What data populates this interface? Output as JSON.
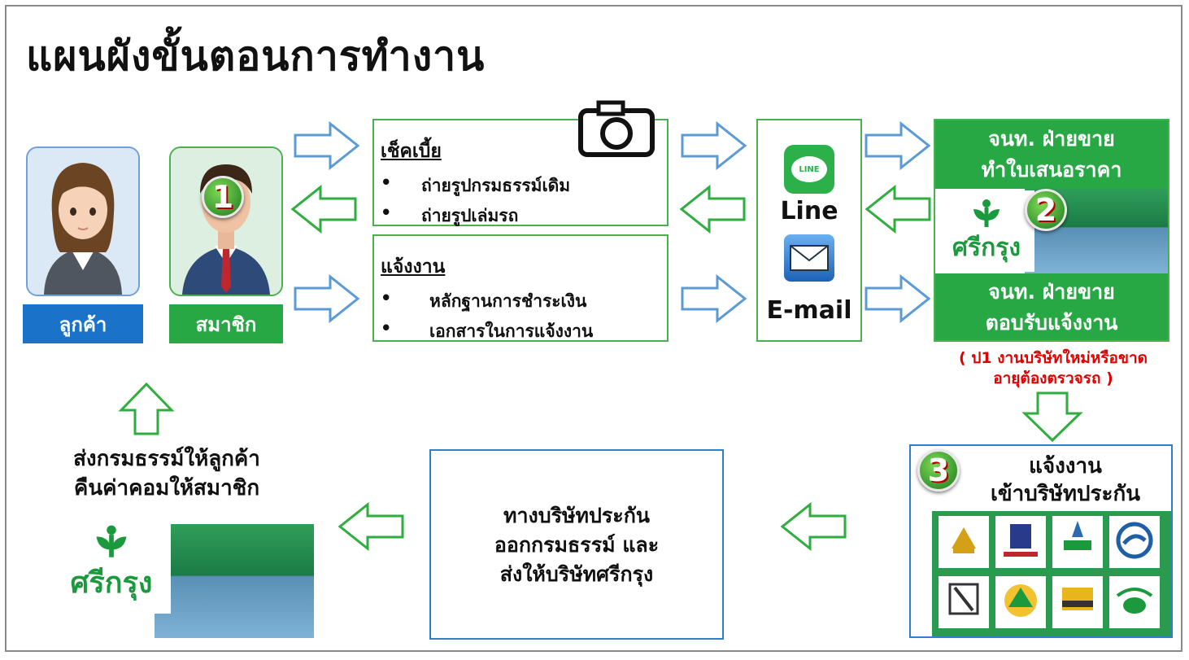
{
  "title": "แผนผังขั้นตอนการทำงาน",
  "customer": {
    "label": "ลูกค้า"
  },
  "member": {
    "label": "สมาชิก",
    "step": "1"
  },
  "check_box": {
    "heading": "เช็คเบี้ย",
    "items": [
      "ถ่ายรูปกรมธรรม์เดิม",
      "ถ่ายรูปเล่มรถ"
    ]
  },
  "notify_box": {
    "heading": "แจ้งงาน",
    "items": [
      "หลักฐานการชำระเงิน",
      "เอกสารในการแจ้งงาน"
    ]
  },
  "channels": {
    "line_label": "Line",
    "email_label": "E-mail",
    "line_icon_text": "LINE"
  },
  "sales_top": {
    "line1": "จนท. ฝ่ายขาย",
    "line2": "ทำใบเสนอราคา"
  },
  "sales_bottom": {
    "line1": "จนท. ฝ่ายขาย",
    "line2": "ตอบรับแจ้งงาน"
  },
  "step2": "2",
  "brand": "ศรีกรุง",
  "red_note": {
    "line1": "( ป1 งานบริษัทใหม่หรือขาด",
    "line2": "อายุต้องตรวจรถ )"
  },
  "insurer_box": {
    "step": "3",
    "line1": "แจ้งงาน",
    "line2": "เข้าบริษัทประกัน"
  },
  "middle_box": {
    "line1": "ทางบริษัทประกัน",
    "line2": "ออกกรมธรรม์ และ",
    "line3": "ส่งให้บริษัทศรีกรุง"
  },
  "send_text": {
    "line1": "ส่งกรมธรรม์ให้ลูกค้า",
    "line2": "คืนค่าคอมให้สมาชิก"
  },
  "colors": {
    "green": "#27a844",
    "blue": "#1a73c9",
    "arrow_blue": "#5b9bd5",
    "arrow_green": "#2eae3e",
    "red": "#e00000"
  },
  "icons": [
    "camera-icon",
    "line-app-icon",
    "email-icon"
  ]
}
